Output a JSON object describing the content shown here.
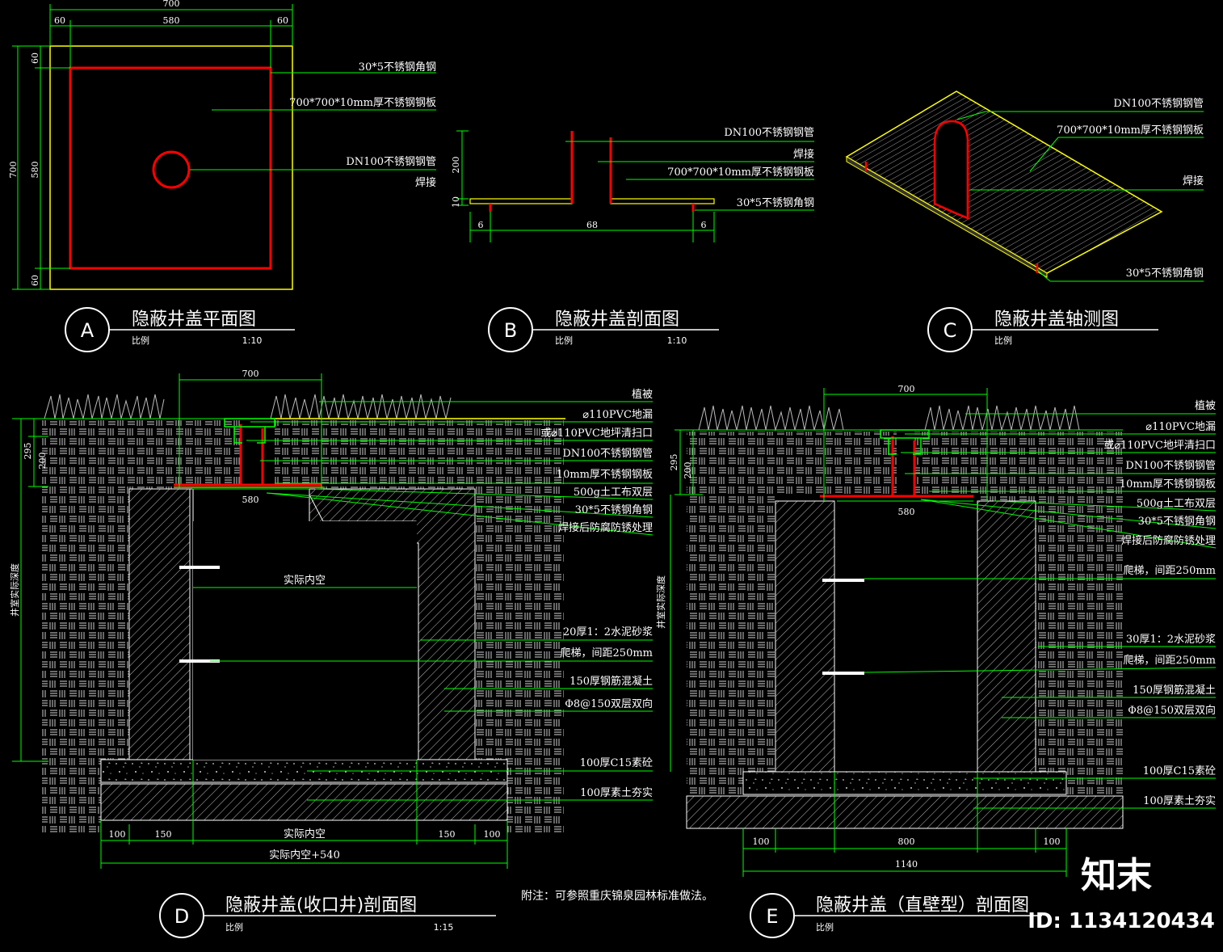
{
  "plan_view": {
    "badge": "A",
    "title": "隐蔽井盖平面图",
    "scale_label": "比例",
    "scale_value": "1:10",
    "dims_top": [
      "700",
      "60",
      "580",
      "60"
    ],
    "dims_left": [
      "700",
      "60",
      "580",
      "60"
    ],
    "callouts": [
      "30*5不锈钢角钢",
      "700*700*10mm厚不锈钢钢板",
      "DN100不锈钢钢管",
      "焊接"
    ]
  },
  "section_view": {
    "badge": "B",
    "title": "隐蔽井盖剖面图",
    "scale_label": "比例",
    "scale_value": "1:10",
    "dims_left": [
      "200",
      "10"
    ],
    "dims_bottom": [
      "6",
      "68",
      "6"
    ],
    "callouts": [
      "DN100不锈钢钢管",
      "焊接",
      "700*700*10mm厚不锈钢钢板",
      "30*5不锈钢角钢"
    ]
  },
  "axo_view": {
    "badge": "C",
    "title": "隐蔽井盖轴测图",
    "scale_label": "比例",
    "callouts": [
      "DN100不锈钢钢管",
      "700*700*10mm厚不锈钢钢板",
      "焊接",
      "30*5不锈钢角钢"
    ]
  },
  "section_d": {
    "badge": "D",
    "title": "隐蔽井盖(收口井)剖面图",
    "scale_label": "比例",
    "scale_value": "1:15",
    "dim_top": "700",
    "dim_opening": "580",
    "dims_left": [
      "295",
      "200"
    ],
    "depth_label": "井室实际深度",
    "inner_label": "实际内空",
    "dims_bottom": [
      "100",
      "150",
      "实际内空",
      "150",
      "100"
    ],
    "dim_total": "实际内空+540",
    "callouts": [
      "植被",
      "⌀110PVC地漏",
      "或⌀110PVC地坪清扫口",
      "DN100不锈钢钢管",
      "10mm厚不锈钢钢板",
      "500g土工布双层",
      "30*5不锈钢角钢",
      "焊接后防腐防锈处理",
      "20厚1：2水泥砂浆",
      "爬梯，间距250mm",
      "150厚钢筋混凝土",
      "Φ8@150双层双向",
      "100厚C15素砼",
      "100厚素土夯实"
    ]
  },
  "section_e": {
    "badge": "E",
    "title": "隐蔽井盖（直壁型）剖面图",
    "scale_label": "比例",
    "dim_top": "700",
    "dim_opening": "580",
    "dims_left": [
      "295",
      "200"
    ],
    "depth_label": "井室实际深度",
    "dims_bottom": [
      "100",
      "800",
      "100"
    ],
    "dim_total": "1140",
    "callouts": [
      "植被",
      "⌀110PVC地漏",
      "或⌀110PVC地坪清扫口",
      "DN100不锈钢钢管",
      "10mm厚不锈钢钢板",
      "500g土工布双层",
      "30*5不锈钢角钢",
      "焊接后防腐防锈处理",
      "爬梯，间距250mm",
      "30厚1：2水泥砂浆",
      "爬梯，间距250mm",
      "150厚钢筋混凝土",
      "Φ8@150双层双向",
      "100厚C15素砼",
      "100厚素土夯实"
    ]
  },
  "note": "附注：可参照重庆锦泉园林标准做法。",
  "watermark": {
    "logo_text": "知末",
    "id_text": "ID: 1134120434"
  },
  "colors": {
    "background": "#000000",
    "dimension": "#00ff00",
    "steel": "#ff0000",
    "plate": "#ffff00",
    "text": "#ffffff",
    "hatch": "#cccccc"
  }
}
